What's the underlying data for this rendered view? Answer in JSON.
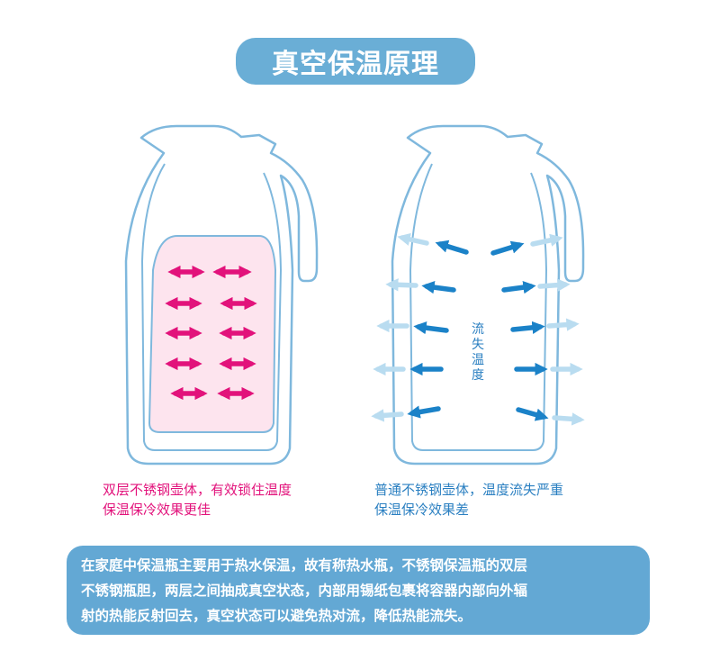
{
  "title": "真空保温原理",
  "left_flask": {
    "caption_line1": "双层不锈钢壶体，有效锁住温度",
    "caption_line2": "保温保冷效果更佳",
    "arrow_color": "#e2127b",
    "inner_fill": "#fde4ee"
  },
  "right_flask": {
    "label_chars": [
      "流",
      "失",
      "温",
      "度"
    ],
    "caption_line1": "普通不锈钢壶体，温度流失严重",
    "caption_line2": "保温保冷效果差",
    "arrow_color": "#1b82c8",
    "arrow_fade_color": "#b9dcf0"
  },
  "info": {
    "line1": "在家庭中保温瓶主要用于热水保温，故有称热水瓶，不锈钢保温瓶的双层",
    "line2": "不锈钢瓶胆，两层之间抽成真空状态，内部用锡纸包裹将容器内部向外辐",
    "line3": "射的热能反射回去，真空状态可以避免热对流，降低热能流失。"
  },
  "colors": {
    "title_bg": "#6aaed6",
    "flask_outline": "#7fb8dd",
    "info_bg": "#63a8d4"
  }
}
